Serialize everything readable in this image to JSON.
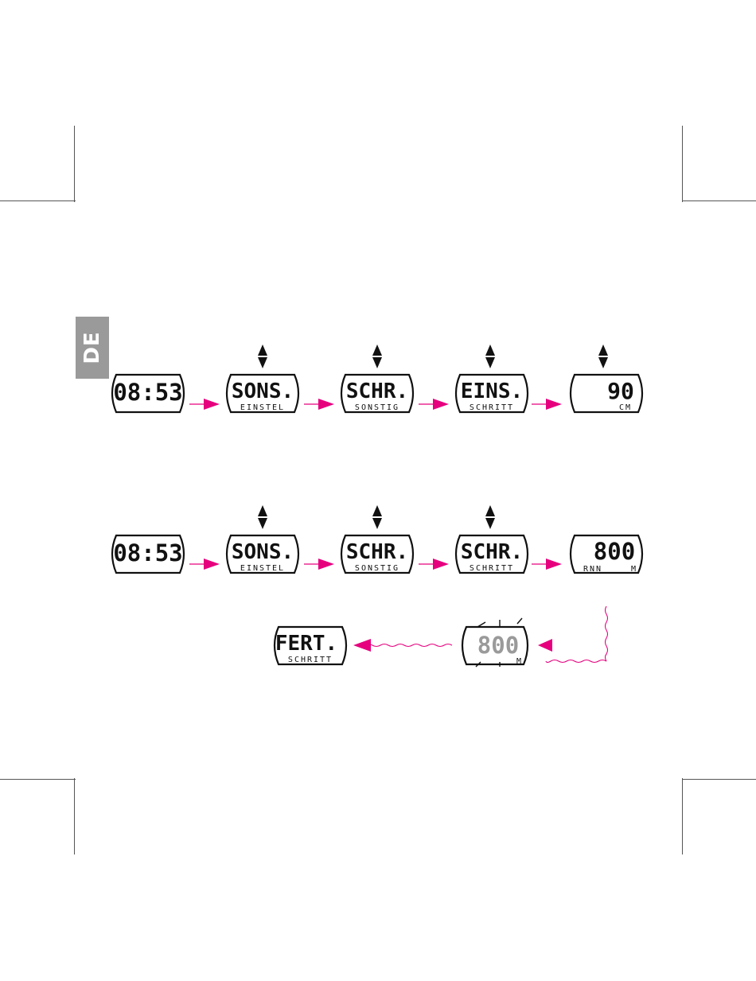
{
  "language_tab": "DE",
  "colors": {
    "arrow": "#e6007e",
    "ink": "#111111",
    "tab": "#9a9a9a"
  },
  "row1": {
    "screens": [
      {
        "main": "08:53",
        "sub": ""
      },
      {
        "main": "SONS.",
        "sub": "EINSTEL"
      },
      {
        "main": "SCHR.",
        "sub": "SONSTIG"
      },
      {
        "main": "EINS.",
        "sub": "SCHRITT"
      },
      {
        "main": "90",
        "sub": "CM"
      }
    ]
  },
  "row2": {
    "screens": [
      {
        "main": "08:53",
        "sub": ""
      },
      {
        "main": "SONS.",
        "sub": "EINSTEL"
      },
      {
        "main": "SCHR.",
        "sub": "SONSTIG"
      },
      {
        "main": "SCHR.",
        "sub": "SCHRITT"
      },
      {
        "main": "800",
        "sub_left": "RNN",
        "sub_right": "M"
      }
    ]
  },
  "row3": {
    "screens": [
      {
        "main": "FERT.",
        "sub": "SCHRITT"
      },
      {
        "main": "800",
        "sub": "M"
      }
    ]
  },
  "icons": [
    "up-down-arrow-icon",
    "right-arrow-icon",
    "left-arrow-icon",
    "hold-button-wavy-line-icon"
  ]
}
